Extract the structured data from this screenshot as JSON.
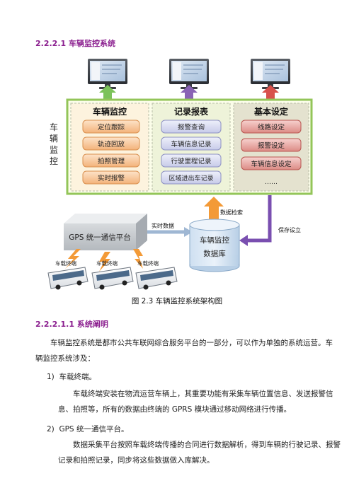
{
  "section_heading": "2.2.2.1  车辆监控系统",
  "diagram": {
    "side_label": [
      "车",
      "辆",
      "监",
      "控"
    ],
    "panels": [
      {
        "title": "车辆监控",
        "items": [
          "定位跟踪",
          "轨迹回放",
          "拍照管理",
          "实时报警"
        ]
      },
      {
        "title": "记录报表",
        "items": [
          "报警查询",
          "车辆信息记录",
          "行驶里程记录",
          "区域进出车记录"
        ]
      },
      {
        "title": "基本设定",
        "items": [
          "线路设定",
          "报警设定",
          "车辆信息设定"
        ],
        "more": "……"
      }
    ],
    "gps_platform": "GPS 统一通信平台",
    "realtime_data": "实时数据",
    "data_retrieval": "数据检索",
    "save_settings": "保存设立",
    "database": [
      "车辆监控",
      "数据库"
    ],
    "vehicle_labels": [
      "车载终端",
      "车载终端",
      "车载终端"
    ]
  },
  "figure_caption": "图 2.3  车辆监控系统架构图",
  "subsection_heading": "2.2.2.1.1  系统阐明",
  "paragraph1": "车辆监控系统是都市公共车联网综合服务平台的一部分，可以作为单独的系统运营。车辆监控系统涉及：",
  "list": [
    {
      "num": "1)",
      "title": "车载终端。",
      "desc": "车载终端安装在物流运营车辆上，其重要功能有采集车辆位置信息、发送报警信息、拍照等，所有的数据由终端的 GPRS 模块通过移动网络进行传播。"
    },
    {
      "num": "2)",
      "title": "GPS 统一通信平台。",
      "desc": "数据采集平台按照车载终端传播的合同进行数据解析，得到车辆的行驶记录、报警记录和拍照记录，同步将这些数据做入库解决。"
    }
  ]
}
